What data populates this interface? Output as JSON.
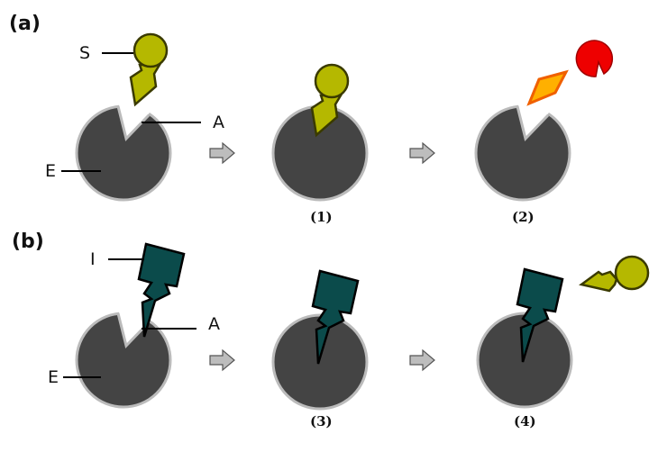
{
  "panels": {
    "a": "(a)",
    "b": "(b)"
  },
  "labels": {
    "a_substrate": "S",
    "a_active_site": "A",
    "a_enzyme": "E",
    "b_inhibitor": "I",
    "b_active_site": "A",
    "b_enzyme": "E"
  },
  "steps": [
    "(1)",
    "(2)",
    "(3)",
    "(4)"
  ],
  "colors": {
    "enzyme": "#444444",
    "substrate": "#b5b800",
    "inhibitor": "#0b4b4b",
    "product1": "#ffb000",
    "product2": "#ee0000"
  }
}
